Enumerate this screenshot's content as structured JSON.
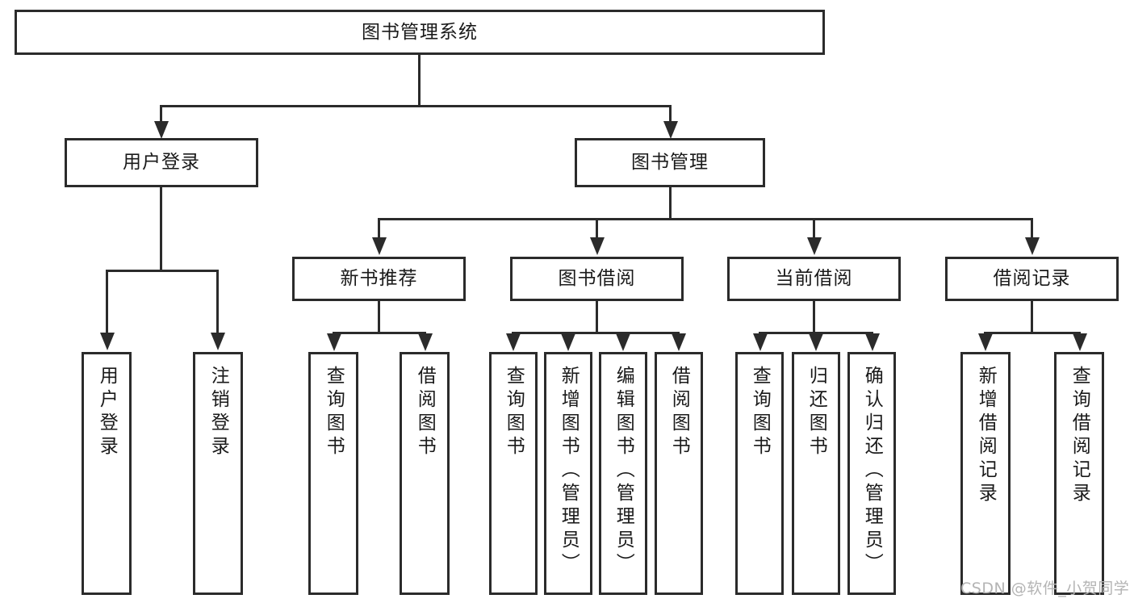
{
  "diagram": {
    "title": "图书管理系统",
    "type": "hierarchy-tree",
    "root": {
      "label": "图书管理系统"
    },
    "level2": [
      {
        "label": "用户登录"
      },
      {
        "label": "图书管理"
      }
    ],
    "level3": [
      {
        "label": "新书推荐"
      },
      {
        "label": "图书借阅"
      },
      {
        "label": "当前借阅"
      },
      {
        "label": "借阅记录"
      }
    ],
    "leaves": {
      "user_login": [
        {
          "label": "用户登录"
        },
        {
          "label": "注销登录"
        }
      ],
      "new_book_recommend": [
        {
          "label": "查询图书"
        },
        {
          "label": "借阅图书"
        }
      ],
      "book_borrow": [
        {
          "label": "查询图书"
        },
        {
          "label": "新增图书（管理员）"
        },
        {
          "label": "编辑图书（管理员）"
        },
        {
          "label": "借阅图书"
        }
      ],
      "current_borrow": [
        {
          "label": "查询图书"
        },
        {
          "label": "归还图书"
        },
        {
          "label": "确认归还（管理员）"
        }
      ],
      "borrow_record": [
        {
          "label": "新增借阅记录"
        },
        {
          "label": "查询借阅记录"
        }
      ]
    }
  },
  "watermark": {
    "text": "CSDN @软件_小贺同学"
  },
  "colors": {
    "stroke": "#2b2b2b",
    "fill": "#ffffff",
    "text": "#1a1a1a",
    "watermark": "#b4b4b4"
  }
}
